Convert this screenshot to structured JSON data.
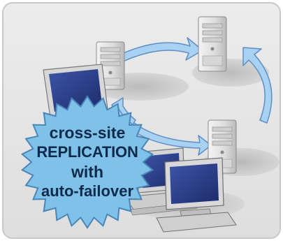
{
  "badge": {
    "line1": "cross-site",
    "line2": "REPLICATION",
    "line3": "with",
    "line4": "auto-failover"
  },
  "colors": {
    "panel_bg": "#e6e6e6",
    "panel_border": "#c8c8c8",
    "badge_fill": "#7fc1e8",
    "badge_stroke": "#4a86b8",
    "arrow_fill": "#a9d1f2",
    "arrow_stroke": "#5d8fc4",
    "badge_text": "#0e2a4a",
    "screen": "#2b3e8c"
  },
  "icons": [
    "server-icon",
    "laptop-icon",
    "desktop-icon",
    "replication-arrow-icon",
    "starburst-badge-icon"
  ]
}
